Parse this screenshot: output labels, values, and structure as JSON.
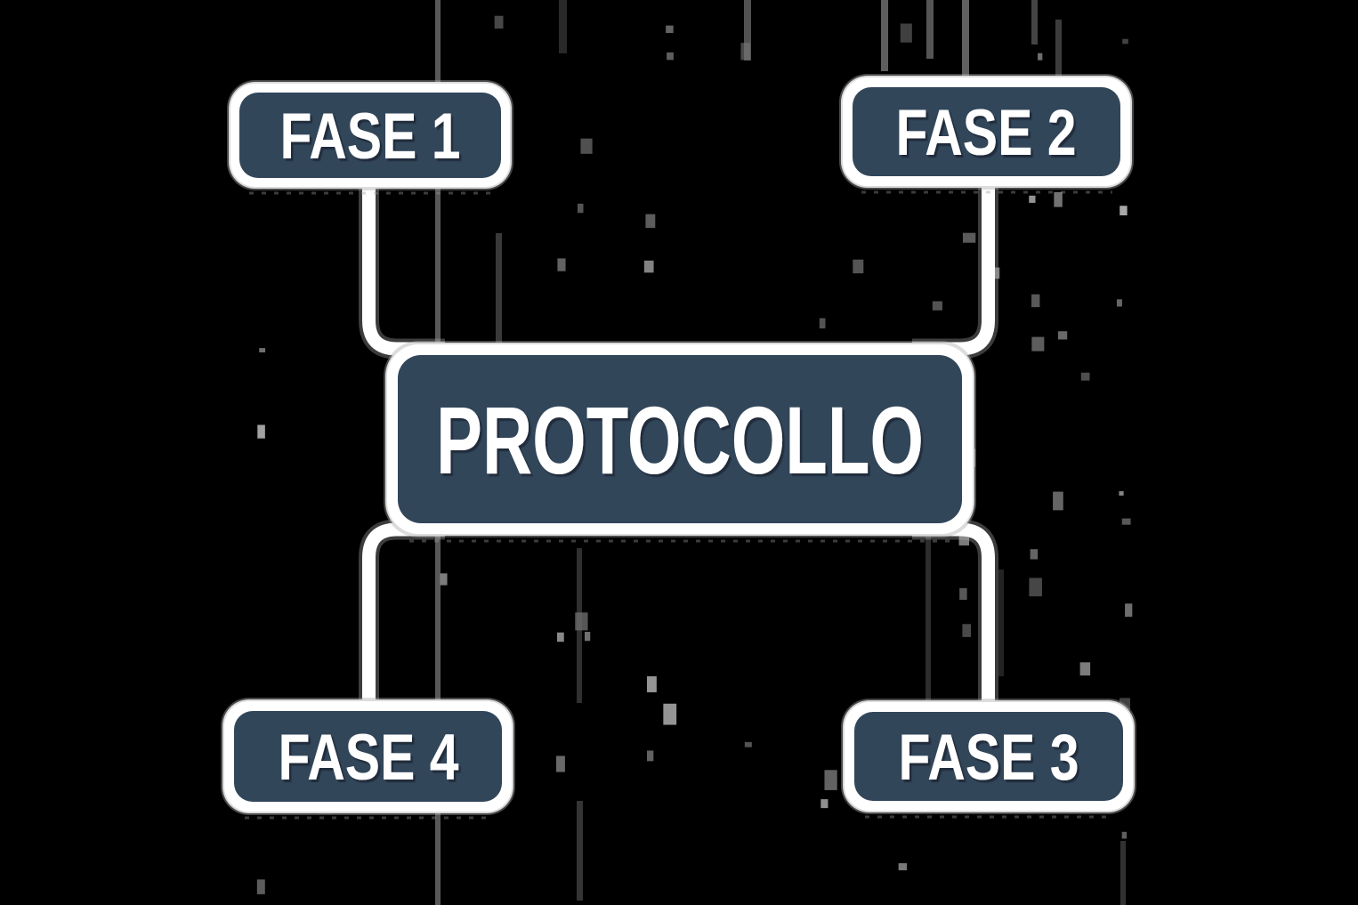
{
  "diagram": {
    "center_node": {
      "label": "PROTOCOLLO",
      "position": "center"
    },
    "phase_nodes": [
      {
        "label": "FASE 1",
        "position": "top-left"
      },
      {
        "label": "FASE 2",
        "position": "top-right"
      },
      {
        "label": "FASE 3",
        "position": "bottom-right"
      },
      {
        "label": "FASE 4",
        "position": "bottom-left"
      }
    ],
    "connections": [
      {
        "from": "FASE 1",
        "to": "PROTOCOLLO"
      },
      {
        "from": "FASE 2",
        "to": "PROTOCOLLO"
      },
      {
        "from": "PROTOCOLLO",
        "to": "FASE 3"
      },
      {
        "from": "PROTOCOLLO",
        "to": "FASE 4"
      }
    ],
    "colors": {
      "background": "#000000",
      "node_fill": "#32465A",
      "node_border": "#FFFFFF",
      "label_text": "#FFFFFF",
      "connector": "#FFFFFF",
      "label_shadow": "#1A2A39",
      "halo": "#ABABAB"
    }
  }
}
